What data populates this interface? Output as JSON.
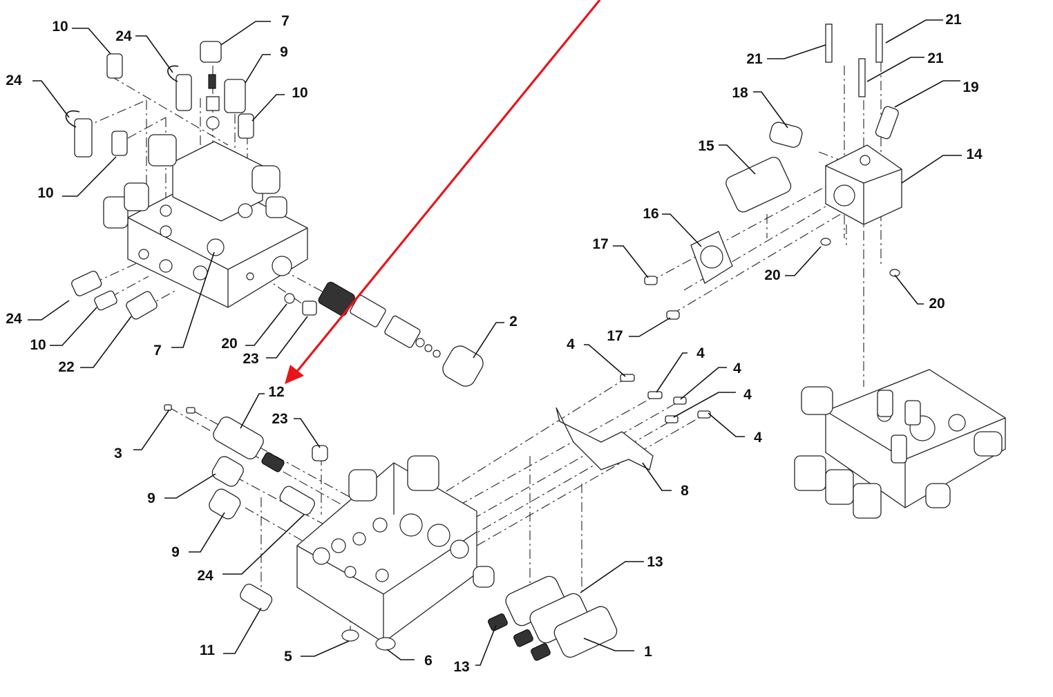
{
  "diagram": {
    "title": "Hydraulic valve block exploded parts diagram",
    "highlight": {
      "target_callout": "12",
      "color": "#e8141b"
    },
    "callouts": [
      {
        "id": "c10a",
        "label": "10",
        "group": "top-left"
      },
      {
        "id": "c24a",
        "label": "24",
        "group": "top-left"
      },
      {
        "id": "c7a",
        "label": "7",
        "group": "top-left"
      },
      {
        "id": "c9a",
        "label": "9",
        "group": "top-left"
      },
      {
        "id": "c24b",
        "label": "24",
        "group": "top-left"
      },
      {
        "id": "c10b",
        "label": "10",
        "group": "top-left"
      },
      {
        "id": "c10c",
        "label": "10",
        "group": "top-left"
      },
      {
        "id": "c24c",
        "label": "24",
        "group": "top-left"
      },
      {
        "id": "c10d",
        "label": "10",
        "group": "top-left"
      },
      {
        "id": "c22",
        "label": "22",
        "group": "top-left"
      },
      {
        "id": "c7b",
        "label": "7",
        "group": "top-left"
      },
      {
        "id": "c20a",
        "label": "20",
        "group": "top-left"
      },
      {
        "id": "c23a",
        "label": "23",
        "group": "top-left"
      },
      {
        "id": "c2",
        "label": "2",
        "group": "top-left"
      },
      {
        "id": "c21a",
        "label": "21",
        "group": "top-right"
      },
      {
        "id": "c21b",
        "label": "21",
        "group": "top-right"
      },
      {
        "id": "c21c",
        "label": "21",
        "group": "top-right"
      },
      {
        "id": "c18",
        "label": "18",
        "group": "top-right"
      },
      {
        "id": "c19",
        "label": "19",
        "group": "top-right"
      },
      {
        "id": "c15",
        "label": "15",
        "group": "top-right"
      },
      {
        "id": "c14",
        "label": "14",
        "group": "top-right"
      },
      {
        "id": "c16",
        "label": "16",
        "group": "top-right"
      },
      {
        "id": "c17a",
        "label": "17",
        "group": "top-right"
      },
      {
        "id": "c20b",
        "label": "20",
        "group": "top-right"
      },
      {
        "id": "c20c",
        "label": "20",
        "group": "top-right"
      },
      {
        "id": "c17b",
        "label": "17",
        "group": "top-right"
      },
      {
        "id": "c12",
        "label": "12",
        "group": "bottom"
      },
      {
        "id": "c3",
        "label": "3",
        "group": "bottom"
      },
      {
        "id": "c23b",
        "label": "23",
        "group": "bottom"
      },
      {
        "id": "c9b",
        "label": "9",
        "group": "bottom"
      },
      {
        "id": "c9c",
        "label": "9",
        "group": "bottom"
      },
      {
        "id": "c24d",
        "label": "24",
        "group": "bottom"
      },
      {
        "id": "c11",
        "label": "11",
        "group": "bottom"
      },
      {
        "id": "c5",
        "label": "5",
        "group": "bottom"
      },
      {
        "id": "c6",
        "label": "6",
        "group": "bottom"
      },
      {
        "id": "c13a",
        "label": "13",
        "group": "bottom"
      },
      {
        "id": "c13b",
        "label": "13",
        "group": "bottom"
      },
      {
        "id": "c1",
        "label": "1",
        "group": "bottom"
      },
      {
        "id": "c4a",
        "label": "4",
        "group": "bottom"
      },
      {
        "id": "c4b",
        "label": "4",
        "group": "bottom"
      },
      {
        "id": "c4c",
        "label": "4",
        "group": "bottom"
      },
      {
        "id": "c4d",
        "label": "4",
        "group": "bottom"
      },
      {
        "id": "c4e",
        "label": "4",
        "group": "bottom"
      },
      {
        "id": "c8",
        "label": "8",
        "group": "bottom"
      }
    ]
  }
}
